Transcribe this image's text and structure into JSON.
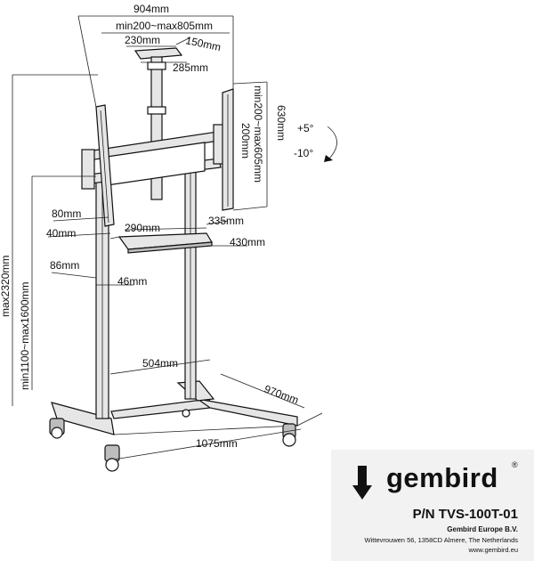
{
  "dimensions": {
    "overall_width": "904mm",
    "vesa_range": "min200~max805mm",
    "top_plate_width": "230mm",
    "top_plate_depth": "150mm",
    "top_plate_bottom": "285mm",
    "bracket_height": "630mm",
    "bracket_vesa_range": "min200~max605mm",
    "bracket_min": "200mm",
    "tilt_up": "+5°",
    "tilt_down": "-10°",
    "shelf_offset": "80mm",
    "shelf_thickness": "40mm",
    "shelf_width": "290mm",
    "shelf_depth": "335mm",
    "shelf_length": "430mm",
    "column_depth": "86mm",
    "column_width": "46mm",
    "inner_base_width": "504mm",
    "base_depth": "970mm",
    "base_width": "1075mm",
    "max_height": "max2320mm",
    "height_range": "min1100~max1600mm"
  },
  "brand": {
    "name": "gembird",
    "registered": "®",
    "part_number": "P/N TVS-100T-01",
    "company": "Gembird Europe B.V.",
    "address": "Wittevrouwen 56, 1358CD Almere, The Netherlands",
    "website": "www.gembird.eu"
  },
  "colors": {
    "line": "#111111",
    "panel_background": "#f2f2f2",
    "frame_fill": "#e6e6e6"
  }
}
